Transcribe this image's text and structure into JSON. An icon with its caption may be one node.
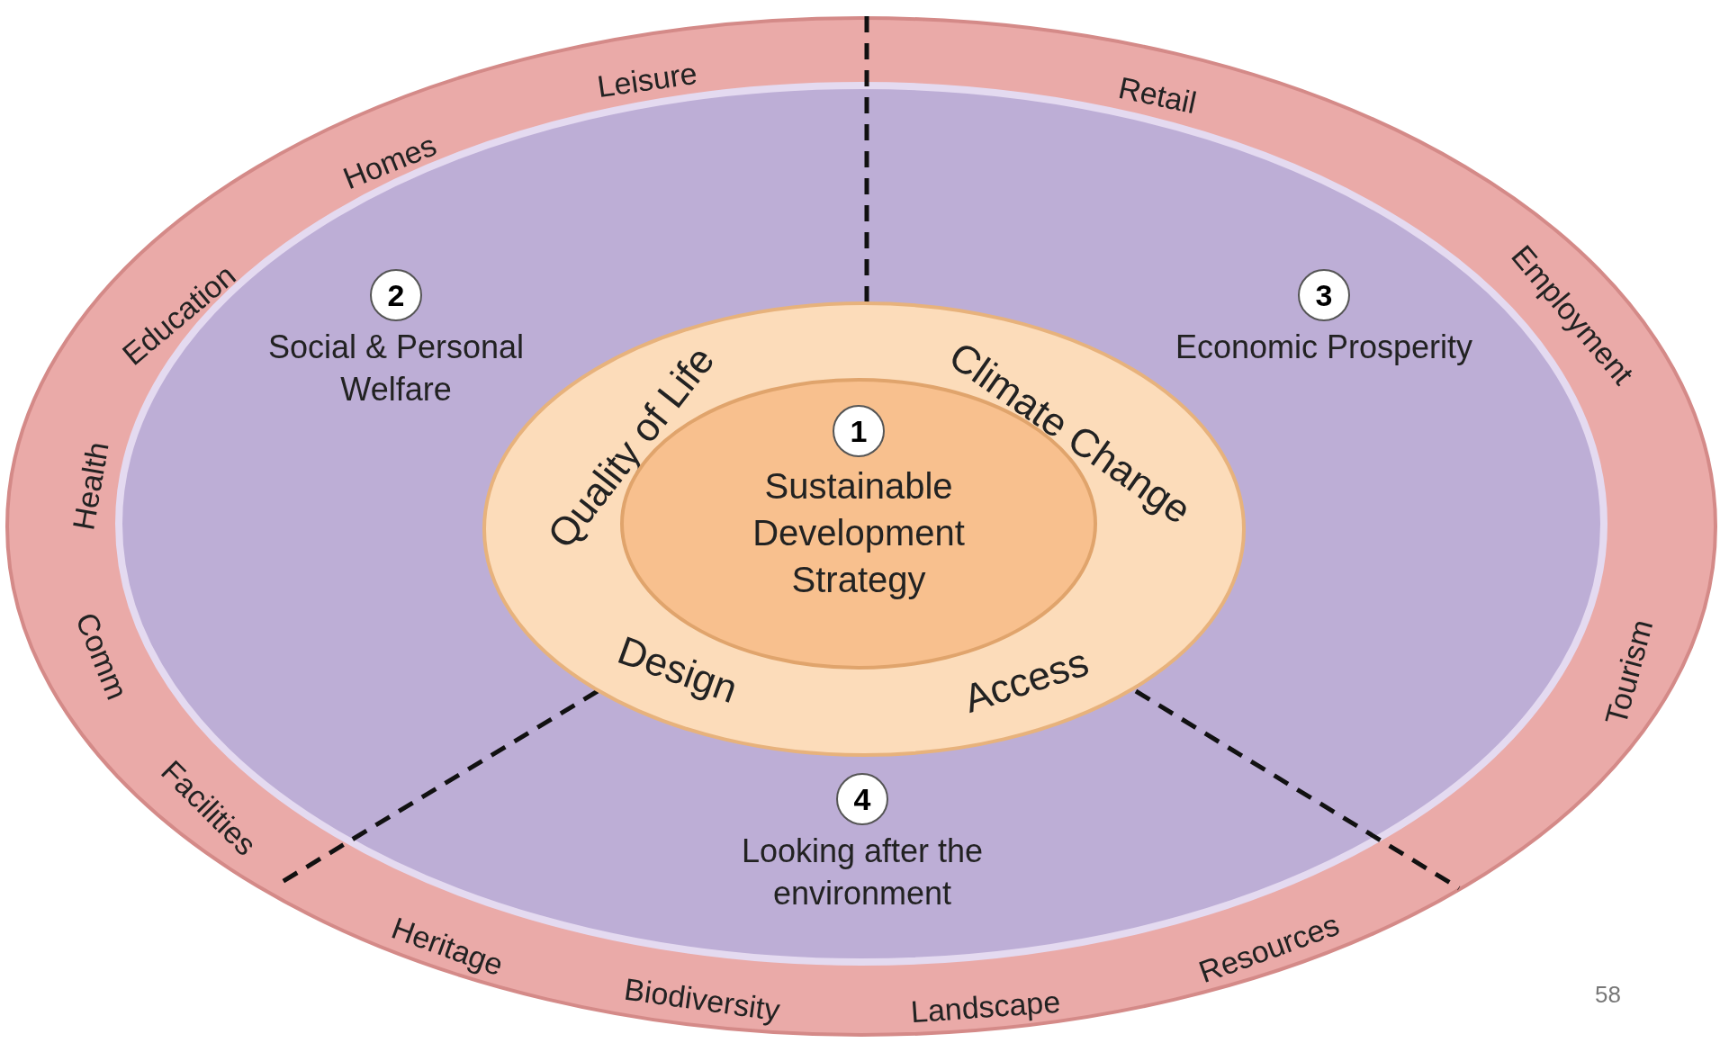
{
  "diagram": {
    "nodes": [
      {
        "text": [
          "Leisure",
          "Homes",
          "Education",
          "Health",
          "Comm",
          "Facilities",
          "Heritage",
          "Biodiversity",
          "Landscape",
          "Resources",
          "Tourism",
          "Employment",
          "Retail"
        ]
      },
      {
        "text": [],
        "shape": "ellipse",
        "in": 0
      },
      {
        "text": [
          "2",
          "Social & Personal Welfare"
        ],
        "in": 1
      },
      {
        "text": [
          "3",
          "Economic Prosperity"
        ],
        "in": 1
      },
      {
        "text": [
          "4",
          "Looking after the environment"
        ],
        "in": 1
      },
      {
        "text": [
          "Quality of Life",
          "Climate Change",
          "Design",
          "Access"
        ],
        "in": 1
      },
      {
        "text": [
          "1",
          "Sustainable Development Strategy"
        ],
        "in": 5
      }
    ],
    "edges": [],
    "labels": [
      "58"
    ]
  }
}
